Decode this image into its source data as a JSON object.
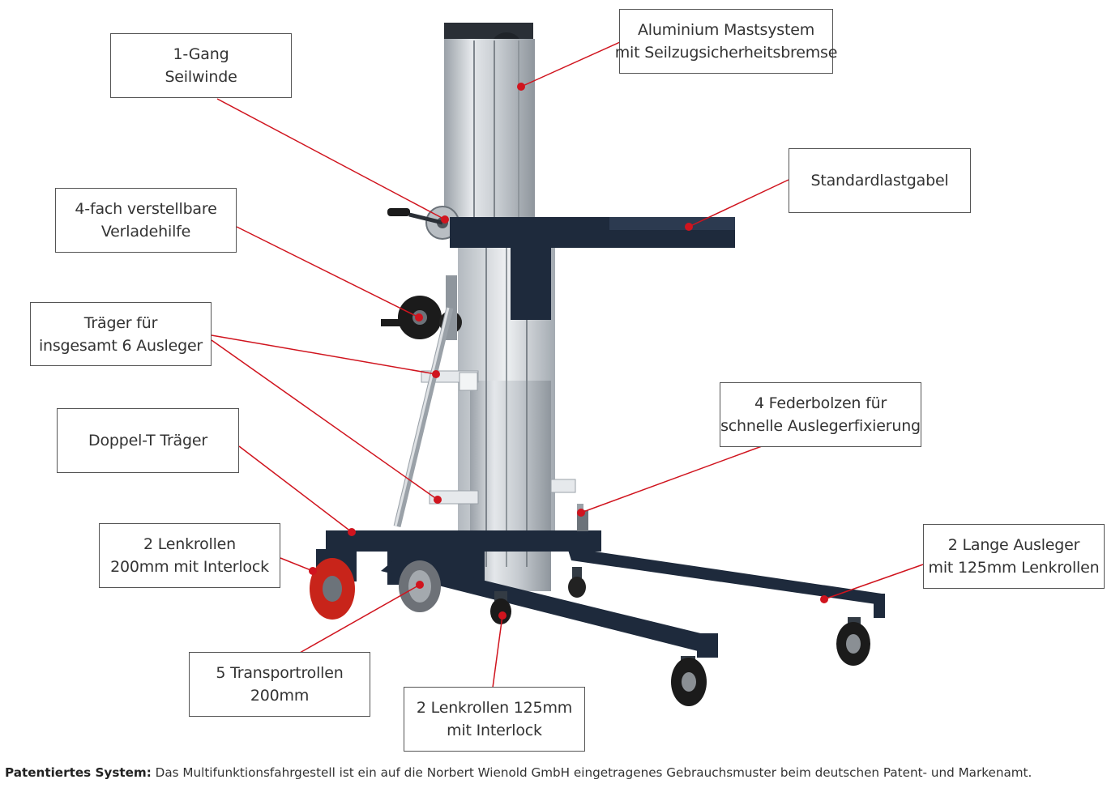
{
  "colors": {
    "leader_line": "#d0141e",
    "mast_aluminium": "#c4c9ce",
    "frame_dark": "#1e2a3c",
    "caster_red": "#c8241a",
    "box_border": "#555555",
    "text": "#333333"
  },
  "illustration": {
    "subject": "material-lift-with-aluminium-mast"
  },
  "labels": [
    {
      "id": "seilwinde",
      "lines": [
        "1-Gang",
        "Seilwinde"
      ]
    },
    {
      "id": "mastsystem",
      "lines": [
        "Aluminium Mastsystem",
        "mit Seilzugsicherheitsbremse"
      ]
    },
    {
      "id": "lastgabel",
      "lines": [
        "Standardlastgabel"
      ]
    },
    {
      "id": "verladehilfe",
      "lines": [
        "4-fach verstellbare",
        "Verladehilfe"
      ]
    },
    {
      "id": "traeger",
      "lines": [
        "Träger für",
        "insgesamt 6 Ausleger"
      ]
    },
    {
      "id": "federbolzen",
      "lines": [
        "4 Federbolzen für",
        "schnelle Auslegerfixierung"
      ]
    },
    {
      "id": "doppel-t",
      "lines": [
        "Doppel-T Träger"
      ]
    },
    {
      "id": "lenkrollen-200",
      "lines": [
        "2 Lenkrollen",
        "200mm mit Interlock"
      ]
    },
    {
      "id": "lange-ausleger",
      "lines": [
        "2 Lange Ausleger",
        "mit 125mm Lenkrollen"
      ]
    },
    {
      "id": "transportrollen",
      "lines": [
        "5 Transportrollen",
        "200mm"
      ]
    },
    {
      "id": "lenkrollen-125",
      "lines": [
        "2 Lenkrollen 125mm",
        "mit Interlock"
      ]
    }
  ],
  "footer": {
    "bold": "Patentiertes System:",
    "text": " Das Multifunktionsfahrgestell ist ein auf die Norbert Wienold GmbH eingetragenes Gebrauchsmuster beim deutschen Patent- und Markenamt."
  }
}
